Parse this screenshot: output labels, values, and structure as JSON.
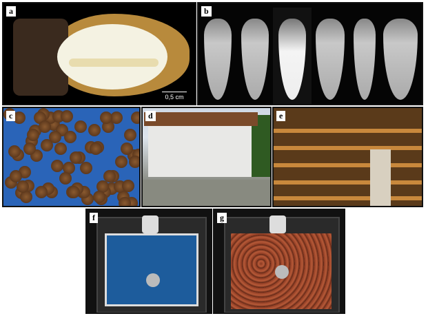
{
  "panels": {
    "a": {
      "label": "a",
      "scale_bar": "0,5 cm"
    },
    "b": {
      "label": "b"
    },
    "c": {
      "label": "c"
    },
    "d": {
      "label": "d"
    },
    "e": {
      "label": "e"
    },
    "f": {
      "label": "f"
    },
    "g": {
      "label": "g"
    }
  }
}
